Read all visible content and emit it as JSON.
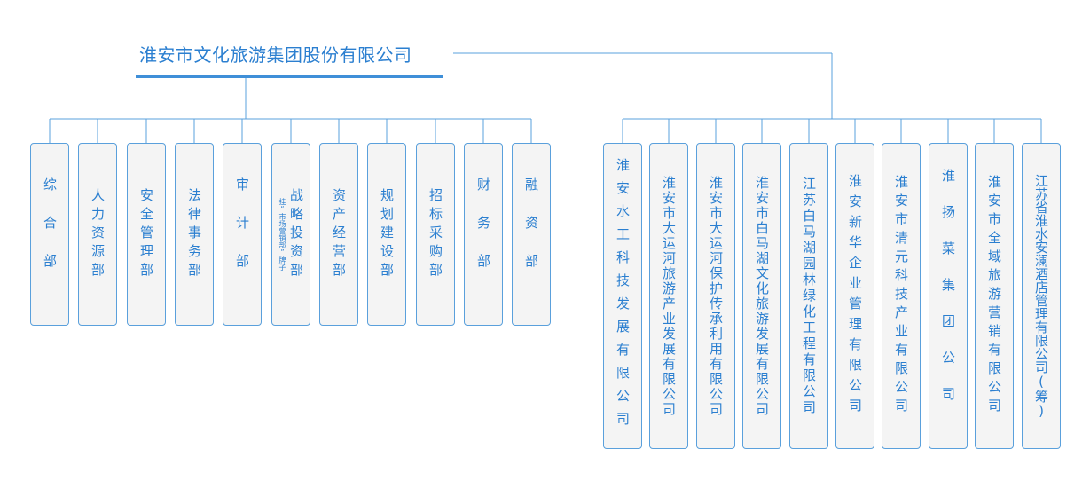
{
  "company": {
    "title": "淮安市文化旅游集团股份有限公司"
  },
  "departments": [
    {
      "label": "综合部"
    },
    {
      "label": "人力资源部"
    },
    {
      "label": "安全管理部"
    },
    {
      "label": "法律事务部"
    },
    {
      "label": "审计部"
    },
    {
      "label": "战略投资部",
      "note": "挂“市场营销部”牌子"
    },
    {
      "label": "资产经营部"
    },
    {
      "label": "规划建设部"
    },
    {
      "label": "招标采购部"
    },
    {
      "label": "财务部"
    },
    {
      "label": "融资部"
    }
  ],
  "subsidiaries": [
    {
      "label": "淮安水工科技发展有限公司"
    },
    {
      "label": "淮安市大运河旅游产业发展有限公司"
    },
    {
      "label": "淮安市大运河保护传承利用有限公司"
    },
    {
      "label": "淮安市白马湖文化旅游发展有限公司"
    },
    {
      "label": "江苏白马湖园林绿化工程有限公司"
    },
    {
      "label": "淮安新华企业管理有限公司"
    },
    {
      "label": "淮安市清元科技产业有限公司"
    },
    {
      "label": "淮扬菜集团公司"
    },
    {
      "label": "淮安市全域旅游营销有限公司"
    },
    {
      "label": "江苏省淮水安澜酒店管理有限公司(筹)"
    }
  ],
  "colors": {
    "accent": "#2b7fd0",
    "line": "#5aa0dc",
    "box_fill": "#f4f4f4"
  }
}
